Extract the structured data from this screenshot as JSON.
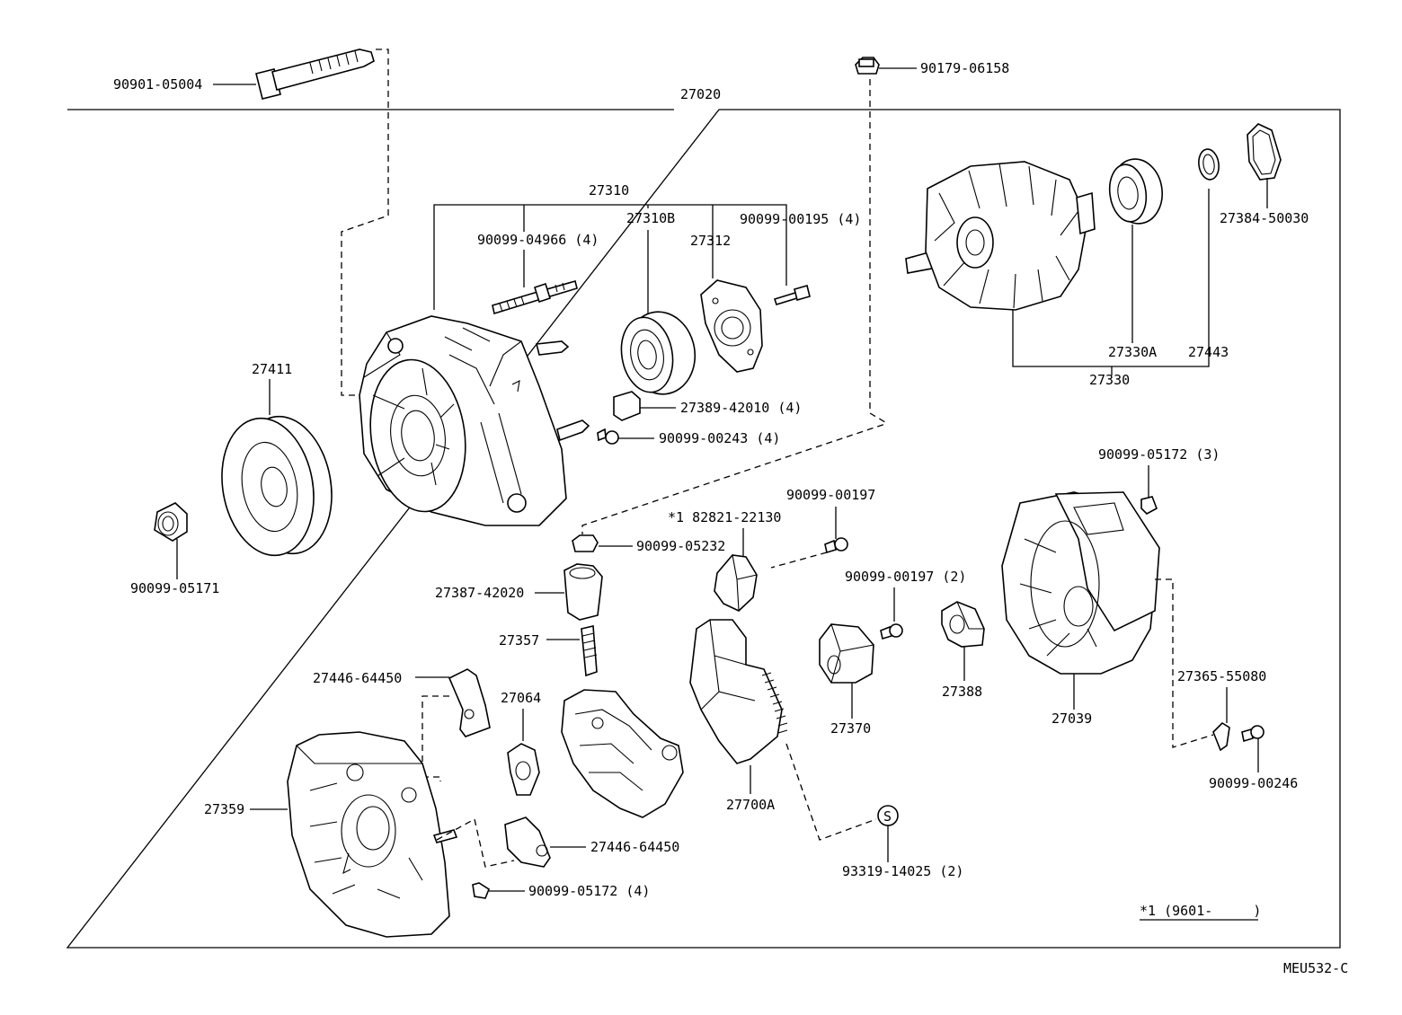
{
  "diagram": {
    "assembly_label": "27020",
    "drawing_code": "MEU532-C",
    "footnote": "*1 (9601-     )",
    "labels": {
      "p90901_05004": "90901-05004",
      "p90179_06158": "90179-06158",
      "p27310": "27310",
      "p90099_04966": "90099-04966 (4)",
      "p27310b": "27310B",
      "p27312": "27312",
      "p90099_00195": "90099-00195 (4)",
      "p27384_50030": "27384-50030",
      "p27330a": "27330A",
      "p27443": "27443",
      "p27330": "27330",
      "p27411": "27411",
      "p27389_42010": "27389-42010 (4)",
      "p90099_00243": "90099-00243 (4)",
      "p90099_05171": "90099-05171",
      "p90099_05172_3": "90099-05172 (3)",
      "p90099_00197": "90099-00197",
      "p82821_22130": "*1 82821-22130",
      "p90099_05232": "90099-05232",
      "p27387_42020": "27387-42020",
      "p90099_00197_2": "90099-00197 (2)",
      "p27357": "27357",
      "p27446_64450_top": "27446-64450",
      "p27064": "27064",
      "p27370": "27370",
      "p27388": "27388",
      "p27039": "27039",
      "p27365_55080": "27365-55080",
      "p90099_00246": "90099-00246",
      "p27359": "27359",
      "p27700a": "27700A",
      "p27446_64450_bot": "27446-64450",
      "p93319_14025": "93319-14025 (2)",
      "p90099_05172_4": "90099-05172 (4)",
      "s_mark": "S"
    }
  }
}
